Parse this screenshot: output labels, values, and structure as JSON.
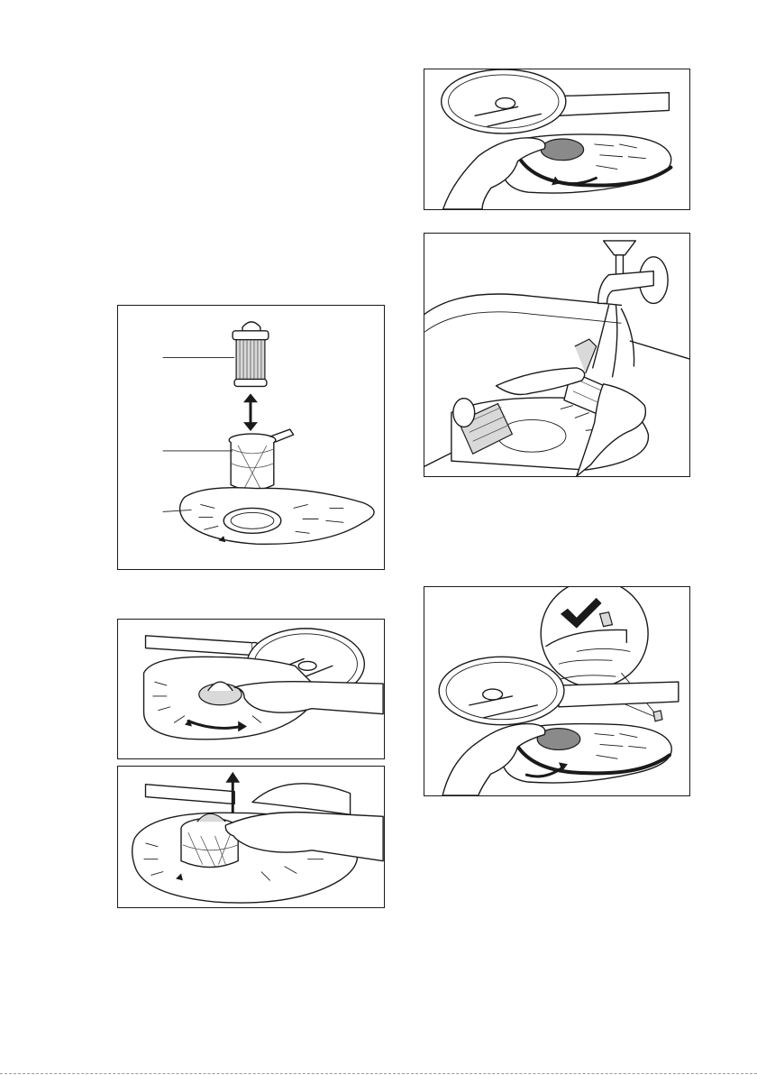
{
  "figures": [
    {
      "name": "filter-assembly-exploded",
      "callout_labels": [
        "",
        "",
        ""
      ]
    },
    {
      "name": "filter-turn-anticlockwise"
    },
    {
      "name": "filter-lift-out"
    },
    {
      "name": "lower-spray-arm-remove"
    },
    {
      "name": "filter-rinse-under-tap"
    },
    {
      "name": "lower-spray-arm-refit-check"
    }
  ],
  "icons": {
    "double_arrow": "double-arrow-icon",
    "curved_arrow": "curved-arrow-icon",
    "up_arrow": "up-arrow-icon",
    "check_mark": "check-mark-icon"
  },
  "colors": {
    "line": "#1a1a1a",
    "fill_light": "#d9d9d9",
    "fill_dark": "#8a8a8a"
  }
}
